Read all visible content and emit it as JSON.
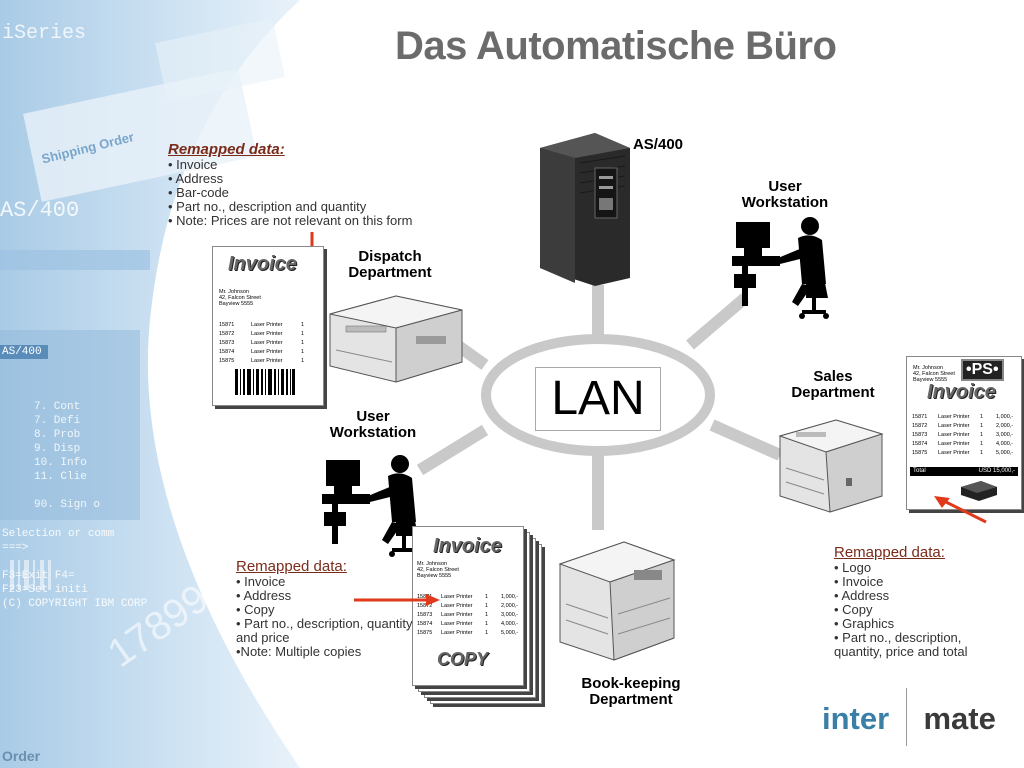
{
  "title": "Das Automatische Büro",
  "lan_label": "LAN",
  "nodes": {
    "as400": "AS/400",
    "user_ws_top_line1": "User",
    "user_ws_top_line2": "Workstation",
    "dispatch_line1": "Dispatch",
    "dispatch_line2": "Department",
    "user_ws_left_line1": "User",
    "user_ws_left_line2": "Workstation",
    "sales_line1": "Sales",
    "sales_line2": "Department",
    "bookkeeping_line1": "Book-keeping",
    "bookkeeping_line2": "Department"
  },
  "note_top": {
    "heading": "Remapped data:",
    "items": [
      "• Invoice",
      "• Address",
      "• Bar-code",
      "• Part no., description and quantity",
      "• Note: Prices are not relevant on   this form"
    ]
  },
  "note_bottom": {
    "heading": "Remapped data:",
    "items": [
      "• Invoice",
      "• Address",
      "• Copy",
      "• Part no., description, quantity",
      "and price",
      "•Note: Multiple copies"
    ]
  },
  "note_right": {
    "heading": "Remapped data:",
    "items": [
      "• Logo",
      "• Invoice",
      "• Address",
      "• Copy",
      "• Graphics",
      "• Part no., description,",
      "quantity, price and total"
    ]
  },
  "invoice_dispatch": {
    "title": "Invoice",
    "address": [
      "Mr. Johnson",
      "42, Falcon Street",
      "Bayview 5555"
    ],
    "rows": [
      [
        "15871",
        "Laser Printer",
        "1"
      ],
      [
        "15872",
        "Laser Printer",
        "1"
      ],
      [
        "15873",
        "Laser Printer",
        "1"
      ],
      [
        "15874",
        "Laser Printer",
        "1"
      ],
      [
        "15875",
        "Laser Printer",
        "1"
      ]
    ]
  },
  "invoice_copy": {
    "title": "Invoice",
    "copy_label": "COPY",
    "address": [
      "Mr. Johnson",
      "42, Falcon Street",
      "Bayview 5555"
    ],
    "rows": [
      [
        "15871",
        "Laser Printer",
        "1",
        "1,000,-"
      ],
      [
        "15872",
        "Laser Printer",
        "1",
        "2,000,-"
      ],
      [
        "15873",
        "Laser Printer",
        "1",
        "3,000,-"
      ],
      [
        "15874",
        "Laser Printer",
        "1",
        "4,000,-"
      ],
      [
        "15875",
        "Laser Printer",
        "1",
        "5,000,-"
      ]
    ]
  },
  "invoice_sales": {
    "logo": "•PS•",
    "title": "Invoice",
    "address": [
      "Mr. Johnson",
      "42, Falcon Street",
      "Bayview 5555"
    ],
    "rows": [
      [
        "15871",
        "Laser Printer",
        "1",
        "1,000,-"
      ],
      [
        "15872",
        "Laser Printer",
        "1",
        "2,000,-"
      ],
      [
        "15873",
        "Laser Printer",
        "1",
        "3,000,-"
      ],
      [
        "15874",
        "Laser Printer",
        "1",
        "4,000,-"
      ],
      [
        "15875",
        "Laser Printer",
        "1",
        "5,000,-"
      ]
    ],
    "total_label": "Total",
    "total_value": "USD 15,000,-"
  },
  "logo": {
    "part1": "inter",
    "part2": "mate"
  },
  "background_text": {
    "iseries": "iSeries",
    "as400": "AS/400",
    "as400_small": "AS/400",
    "shipping": "Shipping Order",
    "menu": [
      "7. Cont",
      "7. Defi",
      "8. Prob",
      "9. Disp",
      "10. Info",
      "11. Clie",
      "90. Sign o"
    ],
    "selection": "Selection or comm",
    "arrow": "===>",
    "f3": "F3=Exit   F4=",
    "f23": "F23=Set initi",
    "copyright": "(C) COPYRIGHT IBM CORP",
    "order": "Order",
    "big_number": "17899"
  },
  "colors": {
    "title": "#6b6b6b",
    "note_heading": "#7a2b1a",
    "arrow": "#e03a1a",
    "logo_blue": "#3a7fa8",
    "logo_dark": "#3a3a3a",
    "bg_blue": "#cfe3f3"
  }
}
